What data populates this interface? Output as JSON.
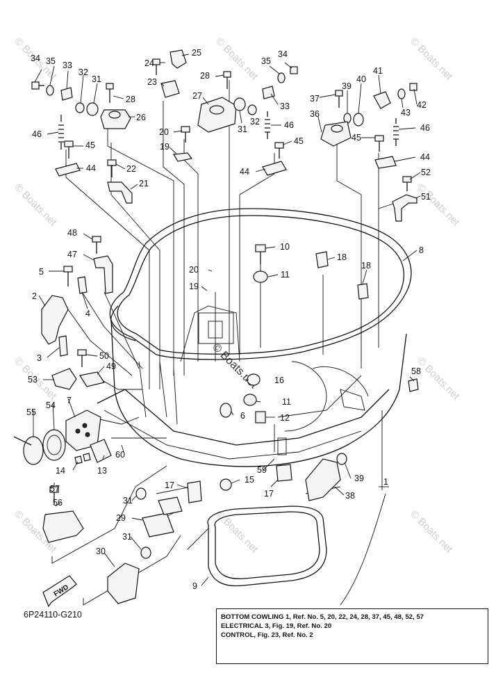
{
  "diagram_code": "6P24110-G210",
  "watermark": "© Boats.net",
  "center_watermark": "© Boats.net",
  "fwd_label": "FWD",
  "reference_lines": [
    "BOTTOM COWLING 1, Ref. No. 5, 20, 22, 24, 28, 37, 45, 48, 52, 57",
    "ELECTRICAL 3, Fig. 19, Ref. No. 20",
    "CONTROL, Fig. 23, Ref. No. 2"
  ],
  "callouts": {
    "c1": "1",
    "c2": "2",
    "c3": "3",
    "c4": "4",
    "c5": "5",
    "c6": "6",
    "c7": "7",
    "c8": "8",
    "c9": "9",
    "c10": "10",
    "c11a": "11",
    "c11b": "11",
    "c12": "12",
    "c13": "13",
    "c14": "14",
    "c15": "15",
    "c16": "16",
    "c17a": "17",
    "c17b": "17",
    "c18a": "18",
    "c18b": "18",
    "c19a": "19",
    "c19b": "19",
    "c20a": "20",
    "c20b": "20",
    "c21": "21",
    "c22": "22",
    "c23": "23",
    "c24": "24",
    "c25": "25",
    "c26": "26",
    "c27": "27",
    "c28a": "28",
    "c28b": "28",
    "c29": "29",
    "c30": "30",
    "c31a": "31",
    "c31b": "31",
    "c31c": "31",
    "c31d": "31",
    "c32a": "32",
    "c32b": "32",
    "c33a": "33",
    "c33b": "33",
    "c34a": "34",
    "c34b": "34",
    "c35a": "35",
    "c35b": "35",
    "c36": "36",
    "c37": "37",
    "c38": "38",
    "c39a": "39",
    "c39b": "39",
    "c40": "40",
    "c41": "41",
    "c42": "42",
    "c43": "43",
    "c44a": "44",
    "c44b": "44",
    "c44c": "44",
    "c45a": "45",
    "c45b": "45",
    "c45c": "45",
    "c46a": "46",
    "c46b": "46",
    "c46c": "46",
    "c47": "47",
    "c48": "48",
    "c49": "49",
    "c50": "50",
    "c51": "51",
    "c52": "52",
    "c53": "53",
    "c54": "54",
    "c55": "55",
    "c56": "56",
    "c57": "57",
    "c58": "58",
    "c59": "59",
    "c60": "60"
  }
}
